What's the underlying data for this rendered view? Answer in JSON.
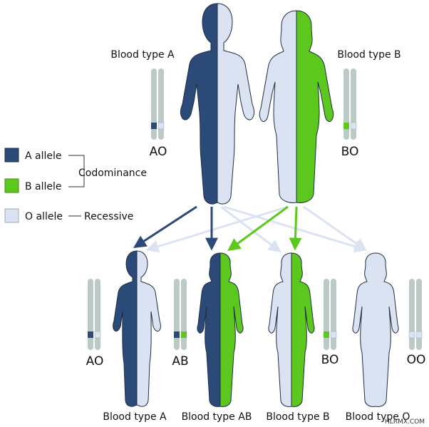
{
  "colors": {
    "a_allele": "#2b4a78",
    "b_allele": "#5cc71c",
    "o_allele": "#dbe3f3",
    "chromosome": "#bccac6",
    "outline": "#1f2d45"
  },
  "parents": {
    "father": {
      "label": "Blood type A",
      "genotype": "AO"
    },
    "mother": {
      "label": "Blood type B",
      "genotype": "BO"
    }
  },
  "legend": {
    "a_allele": "A allele",
    "b_allele": "B allele",
    "o_allele": "O allele",
    "codominance": "Codominance",
    "recessive": "Recessive"
  },
  "children": [
    {
      "label": "Blood type A",
      "genotype": "AO"
    },
    {
      "label": "Blood type AB",
      "genotype": "AB"
    },
    {
      "label": "Blood type B",
      "genotype": "BO"
    },
    {
      "label": "Blood type O",
      "genotype": "OO"
    }
  ],
  "watermark": "HLRMX.COM"
}
